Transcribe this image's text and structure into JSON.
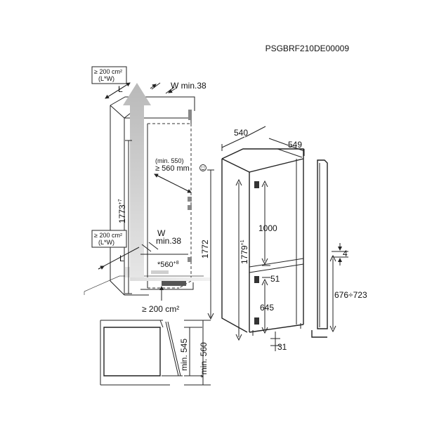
{
  "header": {
    "code": "PSGBRF210DE00009"
  },
  "vent_top": {
    "line1": "≥ 200 cm²",
    "line2": "(L*W)"
  },
  "vent_bottom": {
    "line1": "≥ 200 cm²",
    "line2": "(L*W)"
  },
  "labels": {
    "l_top": "L",
    "w_top": "W min.38",
    "l_bottom": "L",
    "w_bottom_1": "W",
    "w_bottom_2": "min.38",
    "depth_min_1": "(min. 550)",
    "depth_min_2": "≥ 560 mm",
    "niche_height": "1773",
    "niche_height_tol": "+7",
    "niche_width": "*560",
    "niche_width_tol": "+8",
    "floor_vent": "≥ 200 cm²",
    "install_height": "1772",
    "appliance_height": "1779",
    "appliance_height_tol": "+1",
    "width": "540",
    "depth": "549",
    "fridge_door": "1000",
    "gap": "51",
    "freezer_door": "645",
    "bottom": "31",
    "door_offset": "4",
    "hinge_range": "676÷723",
    "plan_min_545": "min. 545",
    "plan_min_560": "*min. 560"
  },
  "icons": [
    "smiley-icon",
    "arrow-icon"
  ]
}
